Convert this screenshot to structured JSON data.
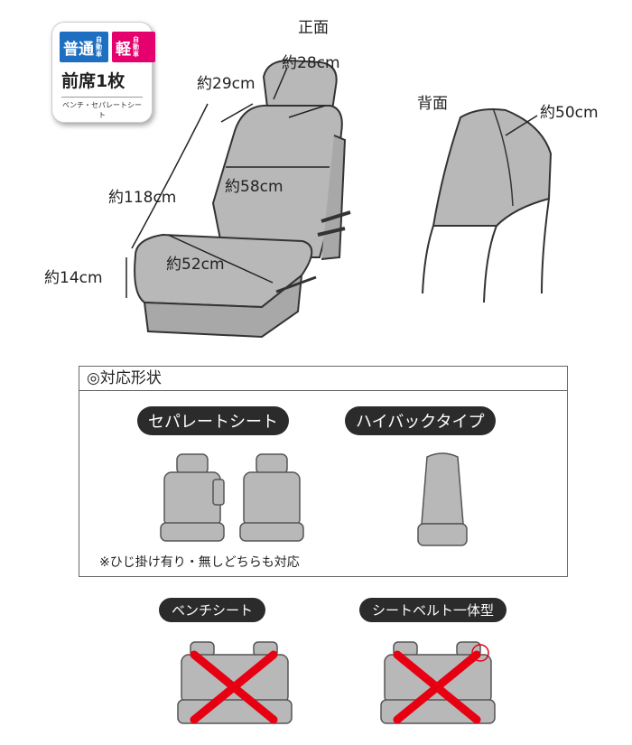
{
  "badge": {
    "normal": "普通",
    "normal_sub": "自動車",
    "light": "軽",
    "light_sub": "自動車",
    "front": "前席1枚",
    "type": "ベンチ・セパレートシート"
  },
  "views": {
    "front_label": "正面",
    "back_label": "背面"
  },
  "dimensions": {
    "headrest_width": "約28cm",
    "headrest_height": "約29cm",
    "total_height": "約118cm",
    "back_width": "約58cm",
    "seat_width": "約52cm",
    "seat_thickness": "約14cm",
    "back_depth": "約50cm"
  },
  "compat": {
    "heading": "◎対応形状",
    "separate": "セパレートシート",
    "highback": "ハイバックタイプ",
    "note": "※ひじ掛け有り・無しどちらも対応"
  },
  "incompat": {
    "bench": "ベンチシート",
    "belt": "シートベルト一体型"
  },
  "colors": {
    "seat_fill": "#b8b8b8",
    "cross": "#e60012"
  }
}
